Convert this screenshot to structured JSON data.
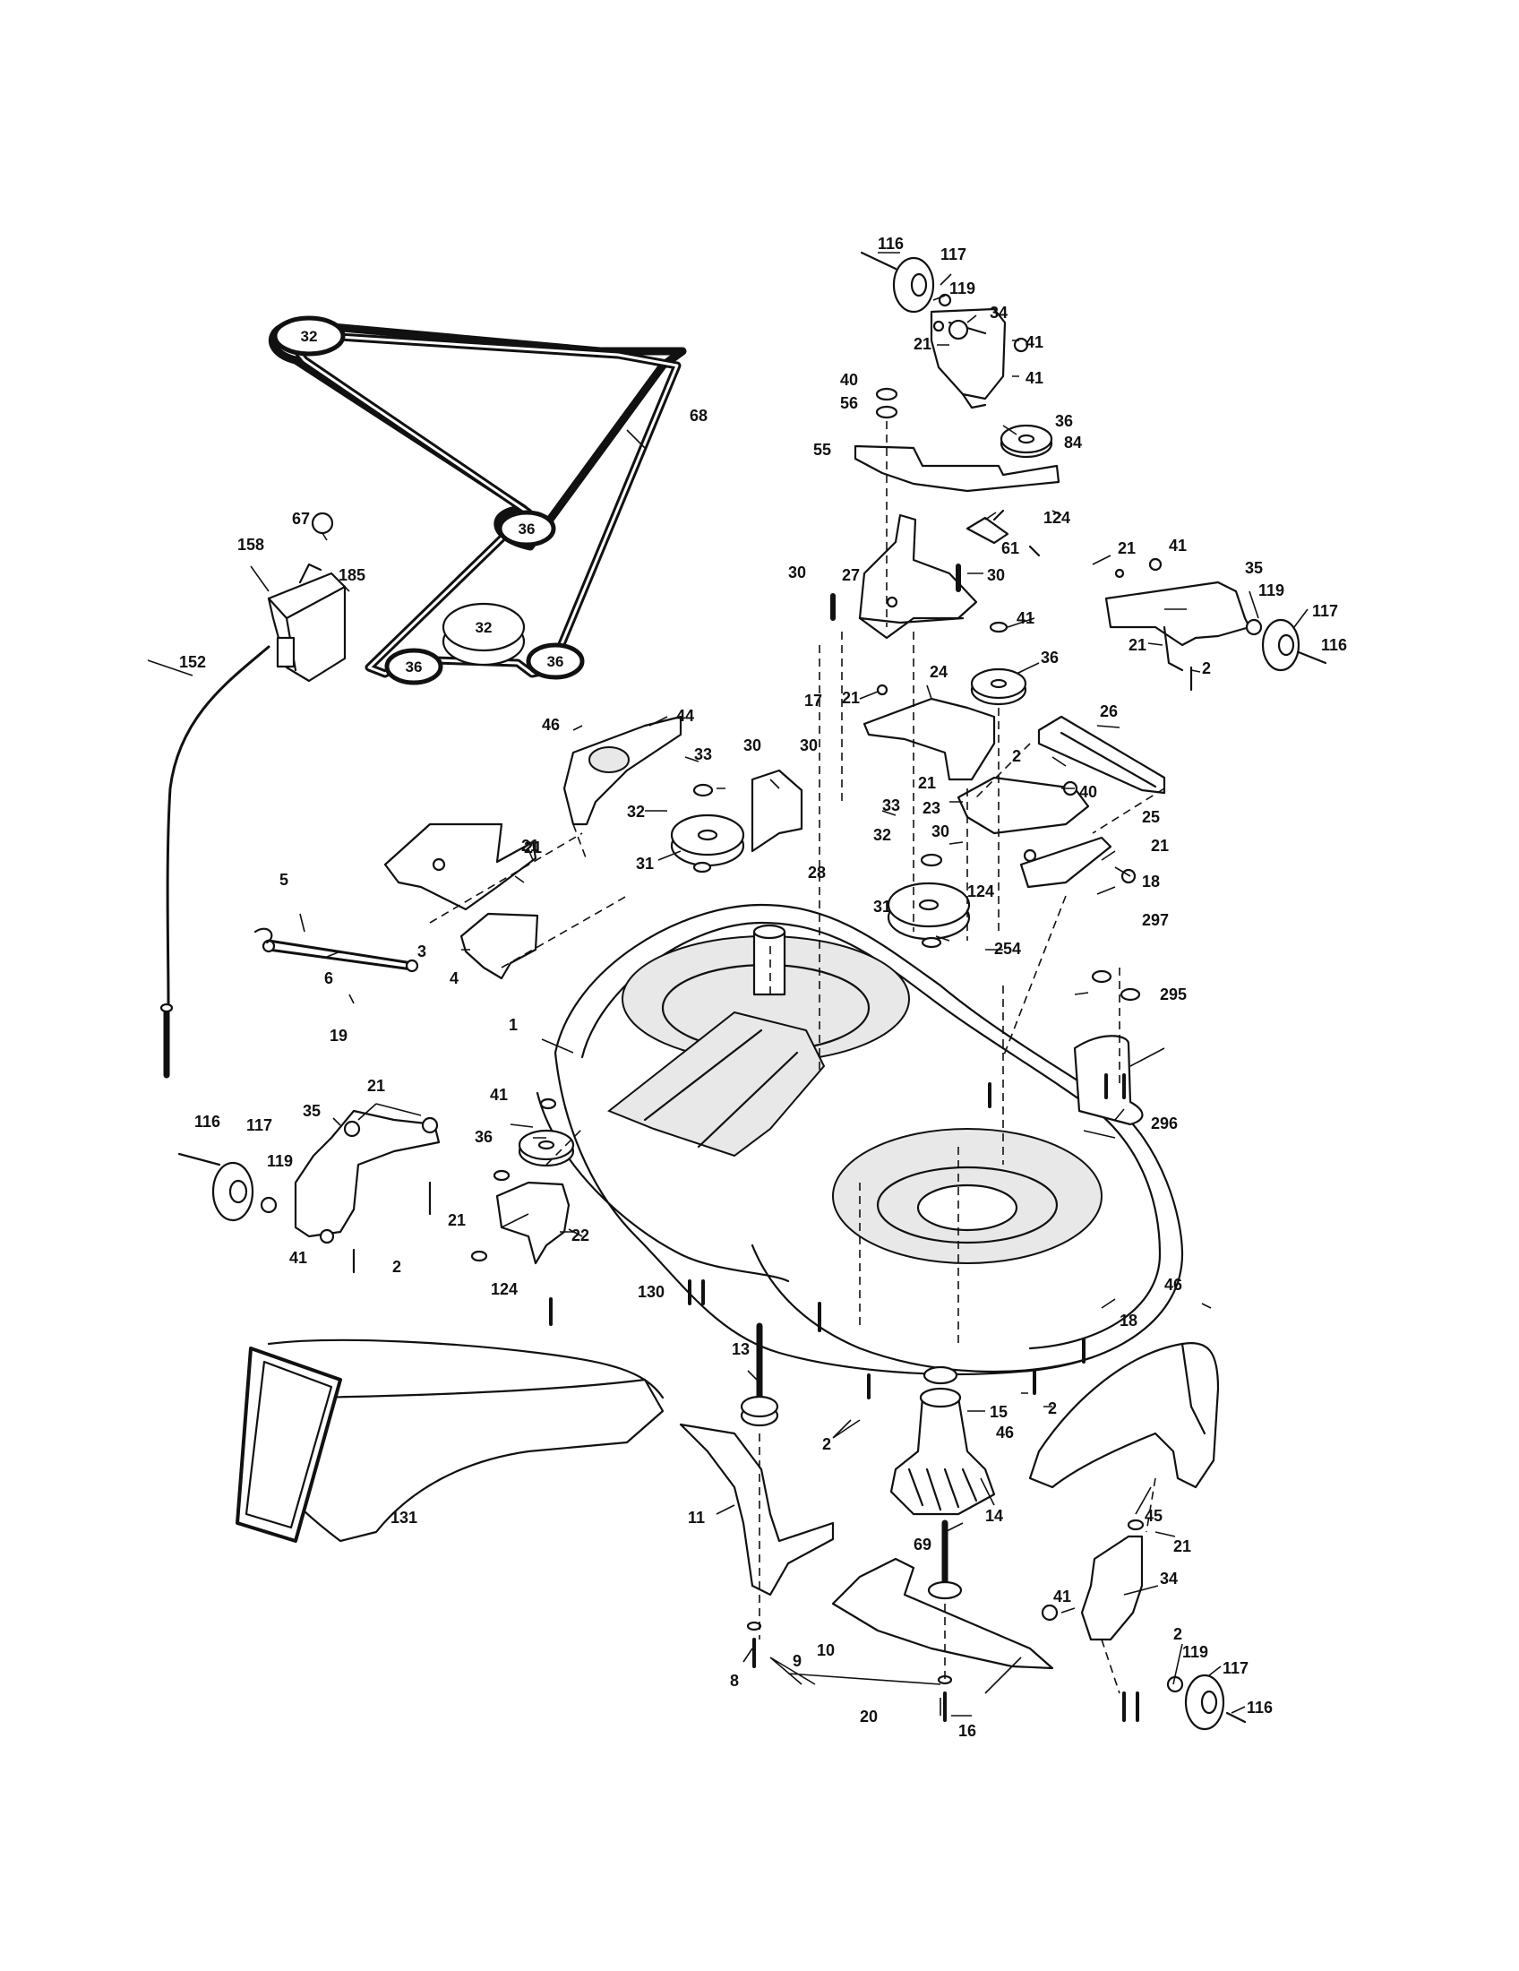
{
  "diagram": {
    "belt_pulleys": [
      "32",
      "36",
      "32",
      "36",
      "36"
    ],
    "part_callouts": [
      "116",
      "117",
      "119",
      "34",
      "21",
      "41",
      "40",
      "56",
      "41",
      "36",
      "84",
      "55",
      "124",
      "61",
      "30",
      "27",
      "30",
      "21",
      "41",
      "35",
      "119",
      "117",
      "116",
      "21",
      "2",
      "41",
      "36",
      "21",
      "24",
      "17",
      "26",
      "2",
      "40",
      "21",
      "23",
      "46",
      "44",
      "33",
      "30",
      "30",
      "32",
      "33",
      "32",
      "31",
      "28",
      "21",
      "30",
      "25",
      "21",
      "124",
      "18",
      "31",
      "254",
      "297",
      "295",
      "296",
      "5",
      "3",
      "21",
      "4",
      "6",
      "19",
      "1",
      "41",
      "36",
      "21",
      "35",
      "116",
      "117",
      "119",
      "21",
      "22",
      "41",
      "2",
      "124",
      "130",
      "46",
      "18",
      "13",
      "15",
      "2",
      "46",
      "2",
      "11",
      "14",
      "45",
      "21",
      "69",
      "131",
      "41",
      "34",
      "2",
      "119",
      "117",
      "116",
      "8",
      "9",
      "10",
      "20",
      "16",
      "152",
      "158",
      "67",
      "185",
      "68"
    ]
  }
}
